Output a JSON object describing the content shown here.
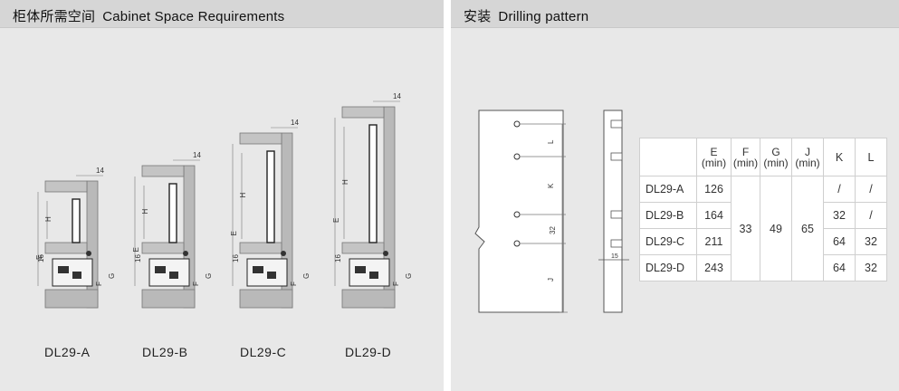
{
  "left_panel": {
    "title_zh": "柜体所需空间",
    "title_en": "Cabinet Space Requirements",
    "dim_top": "14",
    "dim_h": "H",
    "dim_e": "E",
    "dim_16": "16",
    "dim_f": "F",
    "dim_g": "G",
    "models": [
      "DL29-A",
      "DL29-B",
      "DL29-C",
      "DL29-D"
    ]
  },
  "right_panel": {
    "title_zh": "安装",
    "title_en": "Drilling pattern",
    "dim_l": "L",
    "dim_k": "K",
    "dim_32": "32",
    "dim_j": "J",
    "dim_15": "15"
  },
  "table": {
    "headers": [
      {
        "main": "",
        "sub": ""
      },
      {
        "main": "E",
        "sub": "(min)"
      },
      {
        "main": "F",
        "sub": "(min)"
      },
      {
        "main": "G",
        "sub": "(min)"
      },
      {
        "main": "J",
        "sub": "(min)"
      },
      {
        "main": "K",
        "sub": ""
      },
      {
        "main": "L",
        "sub": ""
      }
    ],
    "rows": [
      {
        "model": "DL29-A",
        "e": "126",
        "k": "/",
        "l": "/"
      },
      {
        "model": "DL29-B",
        "e": "164",
        "k": "32",
        "l": "/"
      },
      {
        "model": "DL29-C",
        "e": "211",
        "k": "64",
        "l": "32"
      },
      {
        "model": "DL29-D",
        "e": "243",
        "k": "64",
        "l": "32"
      }
    ],
    "shared": {
      "f": "33",
      "g": "49",
      "j": "65"
    }
  }
}
